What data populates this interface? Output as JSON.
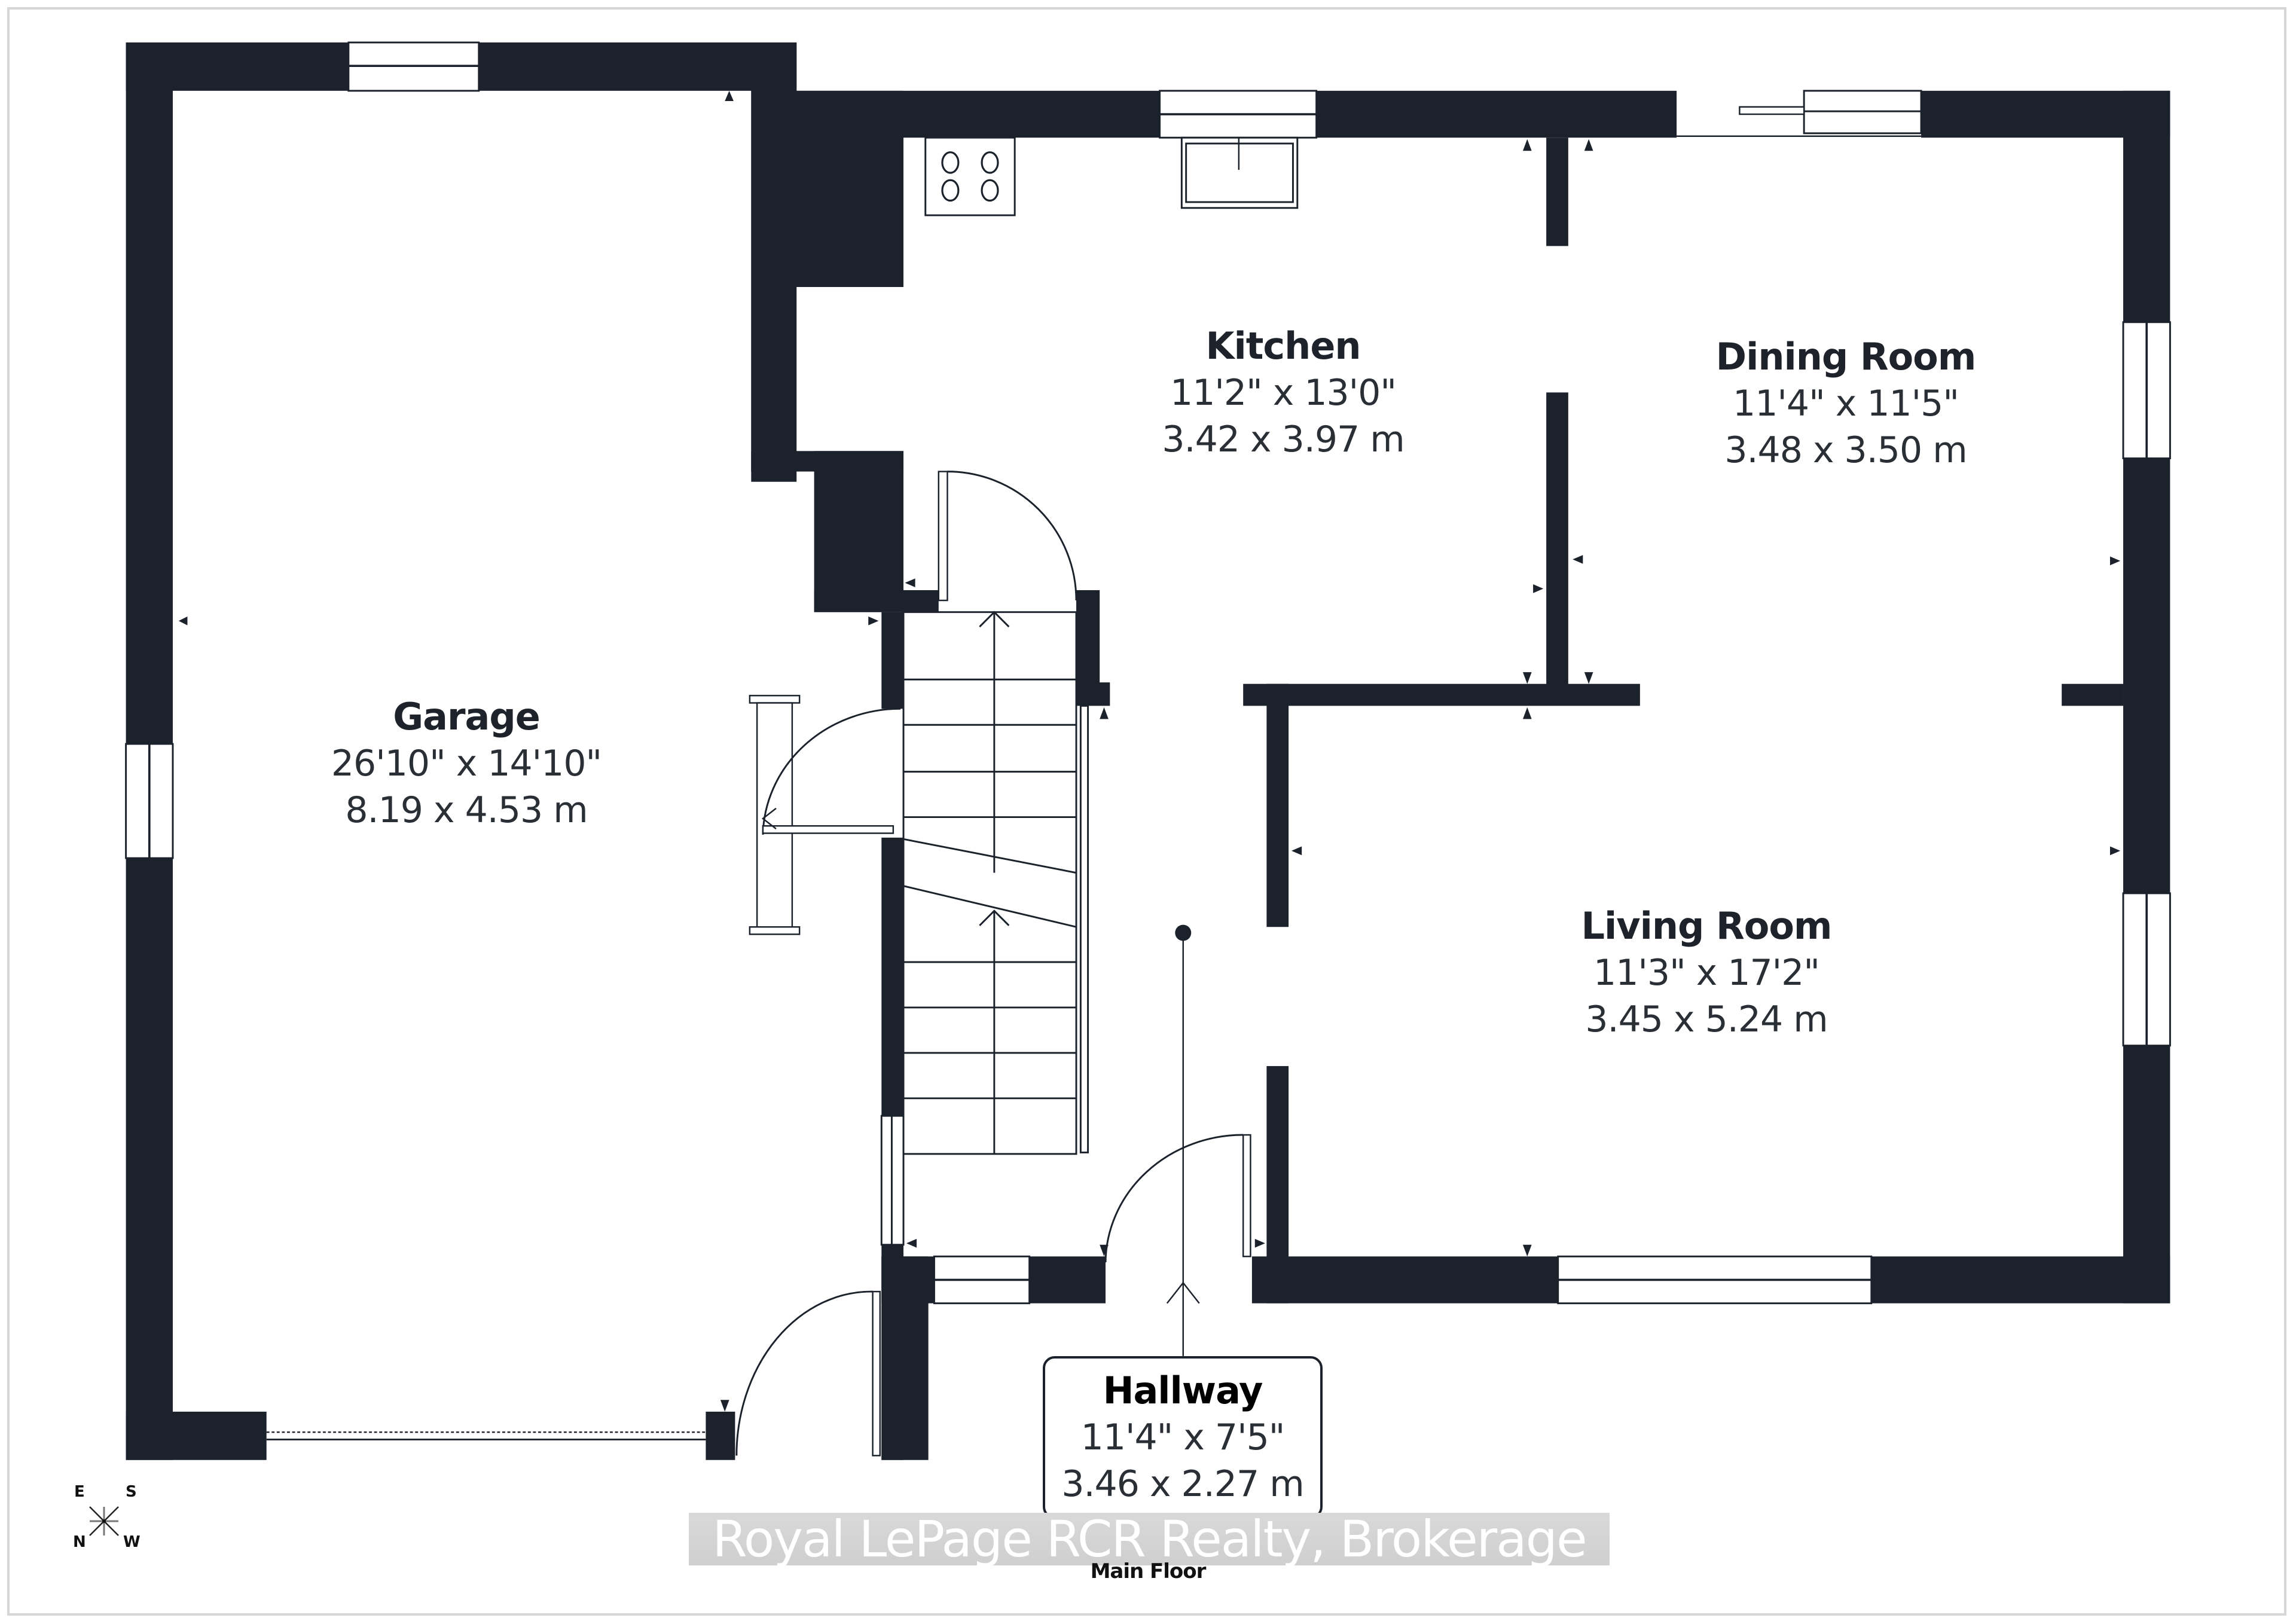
{
  "floor": {
    "name": "Main Floor",
    "watermark": "Royal LePage RCR Realty, Brokerage"
  },
  "colors": {
    "wall": "#1c222c",
    "background": "#ffffff",
    "text": "#1e222a",
    "watermark_box": "#d4d4d4",
    "frame": "#d6d6d6"
  },
  "rooms": [
    {
      "id": "garage",
      "name": "Garage",
      "dim_imperial": "26'10\" x 14'10\"",
      "dim_metric": "8.19 x 4.53 m"
    },
    {
      "id": "kitchen",
      "name": "Kitchen",
      "dim_imperial": "11'2\" x 13'0\"",
      "dim_metric": "3.42 x 3.97 m"
    },
    {
      "id": "dining",
      "name": "Dining Room",
      "dim_imperial": "11'4\" x 11'5\"",
      "dim_metric": "3.48 x 3.50 m"
    },
    {
      "id": "living",
      "name": "Living Room",
      "dim_imperial": "11'3\" x 17'2\"",
      "dim_metric": "3.45 x 5.24 m"
    },
    {
      "id": "hallway",
      "name": "Hallway",
      "dim_imperial": "11'4\" x 7'5\"",
      "dim_metric": "3.46 x 2.27 m"
    }
  ],
  "compass": {
    "top_left": "E",
    "top_right": "S",
    "bottom_left": "N",
    "bottom_right": "W"
  },
  "icons": {
    "stove": "stove-icon",
    "sink": "sink-icon",
    "stairs": "stairs-icon",
    "compass": "compass-icon",
    "entry_arrow": "entry-arrow-icon"
  }
}
